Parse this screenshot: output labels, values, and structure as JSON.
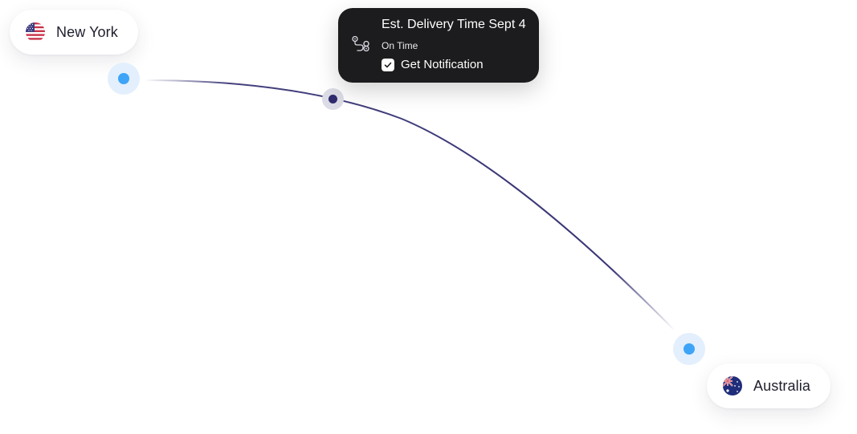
{
  "route": {
    "origin": {
      "label": "New York",
      "flag": "us-flag-icon"
    },
    "destination": {
      "label": "Australia",
      "flag": "australia-flag-icon"
    }
  },
  "delivery_card": {
    "title": "Est. Delivery Time Sept 4",
    "status": "On Time",
    "notification_label": "Get Notification",
    "notification_checked": true,
    "icon": "route-pin-icon"
  },
  "colors": {
    "route_line": "#2f2b6e",
    "endpoint_dot": "#3ea4f7",
    "endpoint_halo": "#e3effd",
    "card_background": "#1c1c1e"
  }
}
